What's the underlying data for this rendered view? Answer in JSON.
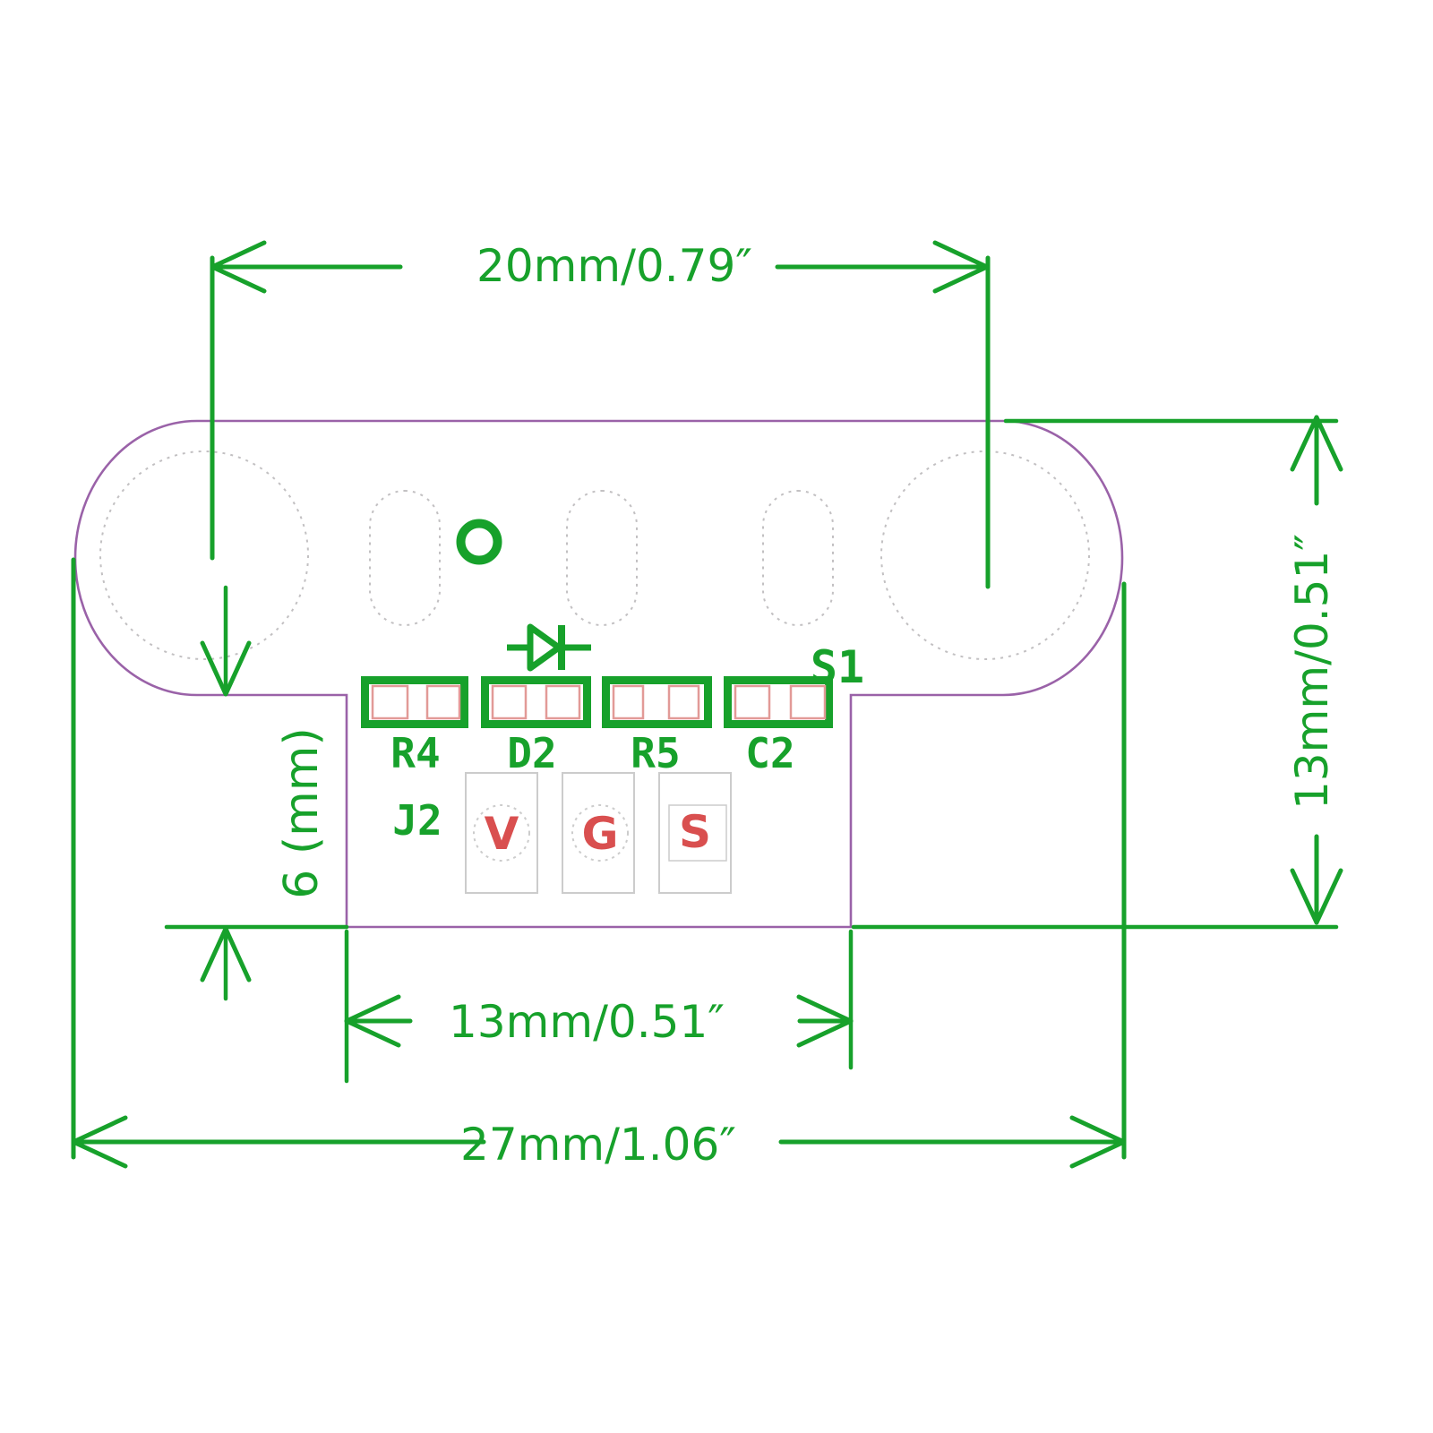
{
  "diagram_title": "PCB outline dimension drawing",
  "dimensions": {
    "top": {
      "label": "20mm/0.79″"
    },
    "right": {
      "label": "13mm/0.51″"
    },
    "tab": {
      "label": "13mm/0.51″"
    },
    "bottom": {
      "label": "27mm/1.06″"
    },
    "left": {
      "label": "6 (mm)"
    }
  },
  "silkscreen": {
    "s1": "S1",
    "r4": "R4",
    "d2": "D2",
    "r5": "R5",
    "c2": "C2",
    "j2": "J2"
  },
  "pins": {
    "v": "V",
    "g": "G",
    "s": "S"
  },
  "colors": {
    "dimension": "#17a12b",
    "outline": "#9a62a8",
    "hole_dotted": "#c2c0c2",
    "box_gray": "#cccccc",
    "pad_inner": "#e29a97",
    "pin_letter": "#d94f4f"
  }
}
